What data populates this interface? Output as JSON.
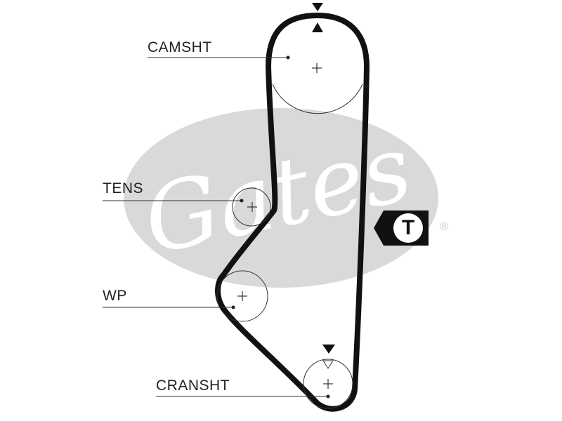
{
  "labels": {
    "camshaft": "CAMSHT",
    "tensioner": "TENS",
    "water_pump": "WP",
    "crankshaft": "CRANSHT"
  },
  "tension_marker": {
    "letter": "T"
  },
  "watermark": {
    "brand": "Gates",
    "registered_symbol": "®",
    "color": "#d9d9d9"
  },
  "colors": {
    "belt": "#111111",
    "pulley_outline": "#333333",
    "label_text": "#222222"
  }
}
